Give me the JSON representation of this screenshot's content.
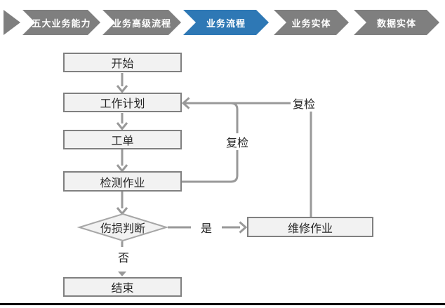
{
  "tabs": {
    "items": [
      {
        "label": "五大业务能力",
        "active": false
      },
      {
        "label": "业务高级流程",
        "active": false
      },
      {
        "label": "业务流程",
        "active": true
      },
      {
        "label": "业务实体",
        "active": false
      },
      {
        "label": "数据实体",
        "active": false
      }
    ]
  },
  "flowchart": {
    "nodes": {
      "start": "开始",
      "plan": "工作计划",
      "order": "工单",
      "inspect": "检测作业",
      "decision": "伤损判断",
      "repair": "维修作业",
      "end": "结束"
    },
    "edge_labels": {
      "recheck_outer": "复检",
      "recheck_inner": "复检",
      "yes": "是",
      "no": "否"
    }
  },
  "colors": {
    "tab_gray": "#7f7f7f",
    "tab_active_blue": "#2e78b5",
    "node_fill": "#f2f2f2",
    "node_border": "#808080",
    "diamond_border": "#a6a6a6",
    "connector": "#999999",
    "text": "#262626",
    "tab_text": "#ffffff",
    "bottom_rule": "#000000"
  }
}
